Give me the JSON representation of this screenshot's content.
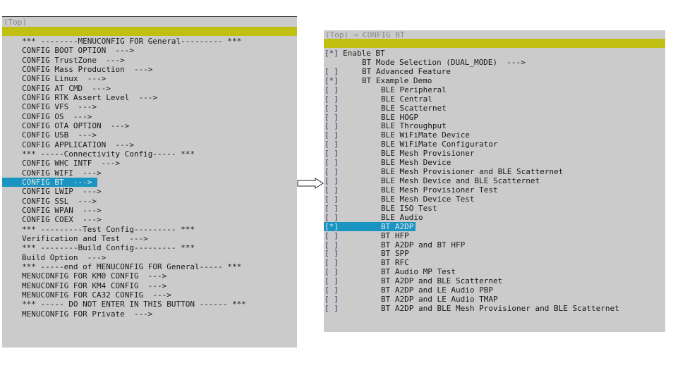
{
  "left": {
    "title": "(Top)",
    "items": [
      {
        "label": "*** --------MENUCONFIG FOR General--------- ***"
      },
      {
        "label": "CONFIG BOOT OPTION  --->"
      },
      {
        "label": "CONFIG TrustZone  --->"
      },
      {
        "label": "CONFIG Mass Production  --->"
      },
      {
        "label": "CONFIG Linux  --->"
      },
      {
        "label": "CONFIG AT CMD  --->"
      },
      {
        "label": "CONFIG RTK Assert Level  --->"
      },
      {
        "label": "CONFIG VFS  --->"
      },
      {
        "label": "CONFIG OS  --->"
      },
      {
        "label": "CONFIG OTA OPTION  --->"
      },
      {
        "label": "CONFIG USB  --->"
      },
      {
        "label": "CONFIG APPLICATION  --->"
      },
      {
        "label": "*** -----Connectivity Config----- ***"
      },
      {
        "label": "CONFIG WHC INTF  --->"
      },
      {
        "label": "CONFIG WIFI  --->"
      },
      {
        "label": "CONFIG BT  --->",
        "selected": true
      },
      {
        "label": "CONFIG LWIP  --->"
      },
      {
        "label": "CONFIG SSL  --->"
      },
      {
        "label": "CONFIG WPAN  --->"
      },
      {
        "label": "CONFIG COEX  --->"
      },
      {
        "label": "*** ---------Test Config--------- ***"
      },
      {
        "label": "Verification and Test  --->"
      },
      {
        "label": "*** --------Build Config--------- ***"
      },
      {
        "label": "Build Option  --->"
      },
      {
        "label": "*** -----end of MENUCONFIG FOR General----- ***"
      },
      {
        "label": "MENUCONFIG FOR KM0 CONFIG  --->"
      },
      {
        "label": "MENUCONFIG FOR KM4 CONFIG  --->"
      },
      {
        "label": "MENUCONFIG FOR CA32 CONFIG  --->"
      },
      {
        "label": "*** ----- DO NOT ENTER IN THIS BUTTON ------ ***"
      },
      {
        "label": "MENUCONFIG FOR Private  --->"
      }
    ]
  },
  "right": {
    "title": "(Top) → CONFIG BT",
    "items": [
      {
        "box": "[*]",
        "label": "Enable BT",
        "level": 0
      },
      {
        "box": "",
        "label": "BT Mode Selection (DUAL_MODE)  --->",
        "level": 1
      },
      {
        "box": "[ ]",
        "label": "BT Advanced Feature",
        "level": 1
      },
      {
        "box": "[*]",
        "label": "BT Example Demo",
        "level": 1
      },
      {
        "box": "[ ]",
        "label": "BLE Peripheral",
        "level": 2
      },
      {
        "box": "[ ]",
        "label": "BLE Central",
        "level": 2
      },
      {
        "box": "[ ]",
        "label": "BLE Scatternet",
        "level": 2
      },
      {
        "box": "[ ]",
        "label": "BLE HOGP",
        "level": 2
      },
      {
        "box": "[ ]",
        "label": "BLE Throughput",
        "level": 2
      },
      {
        "box": "[ ]",
        "label": "BLE WiFiMate Device",
        "level": 2
      },
      {
        "box": "[ ]",
        "label": "BLE WiFiMate Configurator",
        "level": 2
      },
      {
        "box": "[ ]",
        "label": "BLE Mesh Provisioner",
        "level": 2
      },
      {
        "box": "[ ]",
        "label": "BLE Mesh Device",
        "level": 2
      },
      {
        "box": "[ ]",
        "label": "BLE Mesh Provisioner and BLE Scatternet",
        "level": 2
      },
      {
        "box": "[ ]",
        "label": "BLE Mesh Device and BLE Scatternet",
        "level": 2
      },
      {
        "box": "[ ]",
        "label": "BLE Mesh Provisioner Test",
        "level": 2
      },
      {
        "box": "[ ]",
        "label": "BLE Mesh Device Test",
        "level": 2
      },
      {
        "box": "[ ]",
        "label": "BLE ISO Test",
        "level": 2
      },
      {
        "box": "[ ]",
        "label": "BLE Audio",
        "level": 2
      },
      {
        "box": "[*]",
        "label": "BT A2DP",
        "level": 2,
        "selected": true
      },
      {
        "box": "[ ]",
        "label": "BT HFP",
        "level": 2
      },
      {
        "box": "[ ]",
        "label": "BT A2DP and BT HFP",
        "level": 2
      },
      {
        "box": "[ ]",
        "label": "BT SPP",
        "level": 2
      },
      {
        "box": "[ ]",
        "label": "BT RFC",
        "level": 2
      },
      {
        "box": "[ ]",
        "label": "BT Audio MP Test",
        "level": 2
      },
      {
        "box": "[ ]",
        "label": "BT A2DP and BLE Scatternet",
        "level": 2
      },
      {
        "box": "[ ]",
        "label": "BT A2DP and LE Audio PBP",
        "level": 2
      },
      {
        "box": "[ ]",
        "label": "BT A2DP and LE Audio TMAP",
        "level": 2
      },
      {
        "box": "[ ]",
        "label": "BT A2DP and BLE Mesh Provisioner and BLE Scatternet",
        "level": 2
      }
    ]
  },
  "colors": {
    "highlight": "#1a94c0",
    "bar": "#c1c012",
    "panel": "#cbcbcb"
  }
}
